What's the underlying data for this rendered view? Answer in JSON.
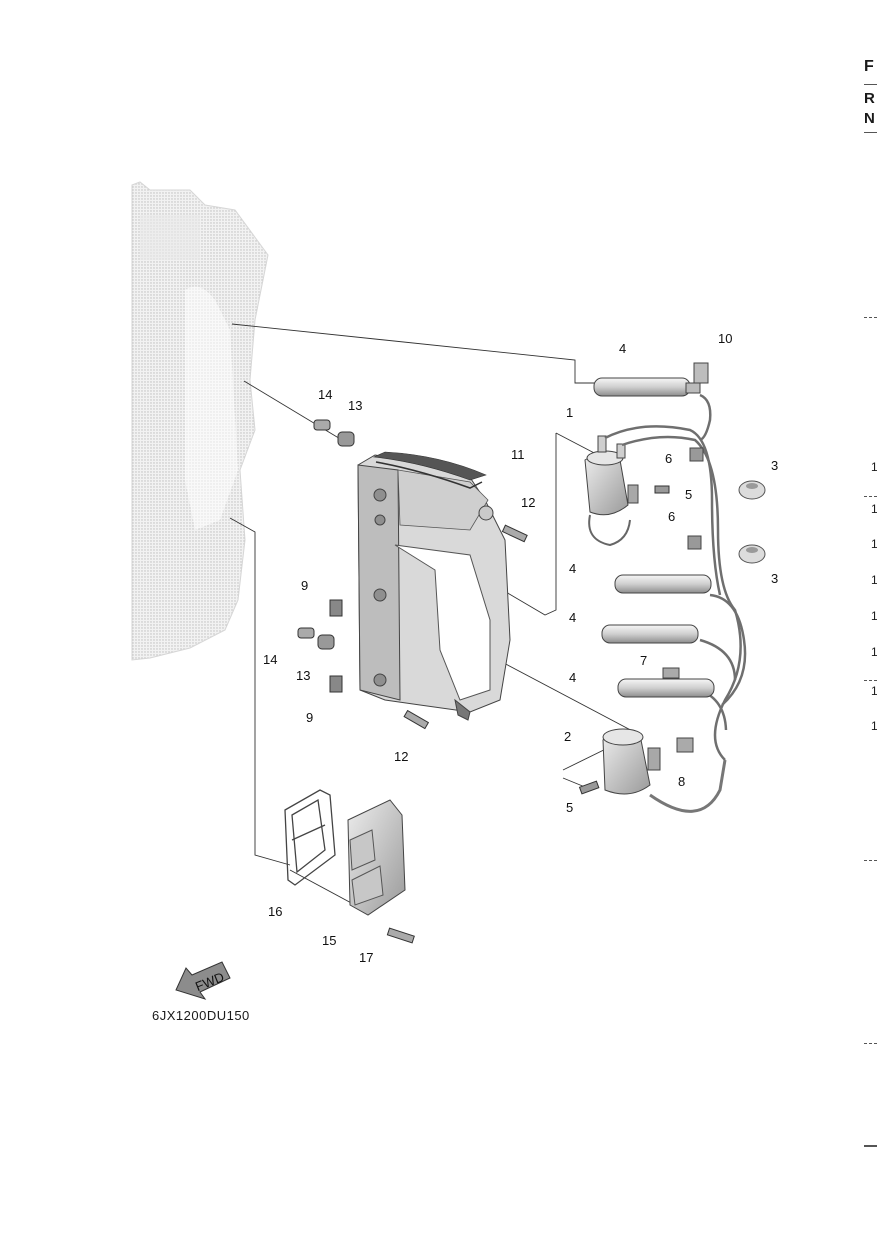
{
  "diagram": {
    "image_code": "6JX1200DU150",
    "fwd_label": "FWD",
    "callouts": [
      "1",
      "2",
      "3",
      "3",
      "4",
      "4",
      "4",
      "4",
      "5",
      "5",
      "6",
      "6",
      "7",
      "8",
      "9",
      "9",
      "10",
      "11",
      "12",
      "12",
      "13",
      "13",
      "14",
      "14",
      "15",
      "16",
      "17"
    ]
  },
  "right_edge": {
    "letters": [
      "F",
      "R",
      "N"
    ],
    "numbers": [
      "1",
      "1",
      "1",
      "1",
      "1",
      "1",
      "1",
      "1"
    ]
  }
}
